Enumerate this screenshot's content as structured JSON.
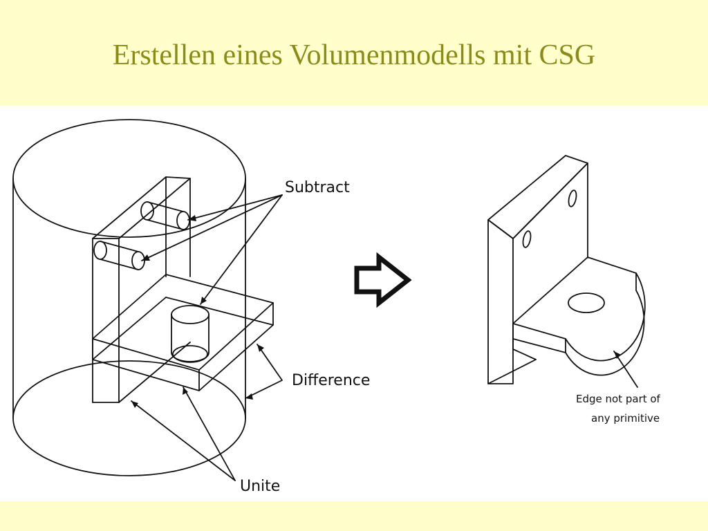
{
  "slide": {
    "title": "Erstellen eines Volumenmodells mit CSG"
  },
  "left_figure": {
    "labels": {
      "subtract": "Subtract",
      "difference": "Difference",
      "unite": "Unite"
    }
  },
  "right_figure": {
    "annotation_line1": "Edge not part of",
    "annotation_line2": "any primitive"
  },
  "icons": {
    "arrow": "right-arrow-icon"
  },
  "colors": {
    "band_background": "#ffffcc",
    "title_color": "#8b8b1c",
    "figure_background": "#ffffff",
    "line_color": "#111111"
  }
}
